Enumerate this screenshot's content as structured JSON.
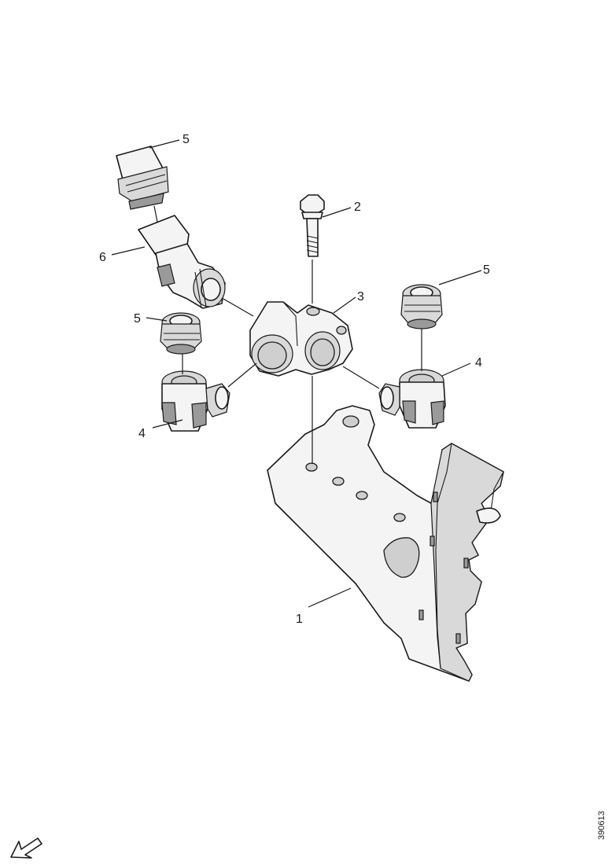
{
  "callouts": {
    "c1": "1",
    "c2": "2",
    "c3": "3",
    "c4_left": "4",
    "c4_right": "4",
    "c5_top": "5",
    "c5_left": "5",
    "c5_right": "5",
    "c6": "6"
  },
  "reference_number": "390613",
  "orientation_icon": "arrow-icon"
}
